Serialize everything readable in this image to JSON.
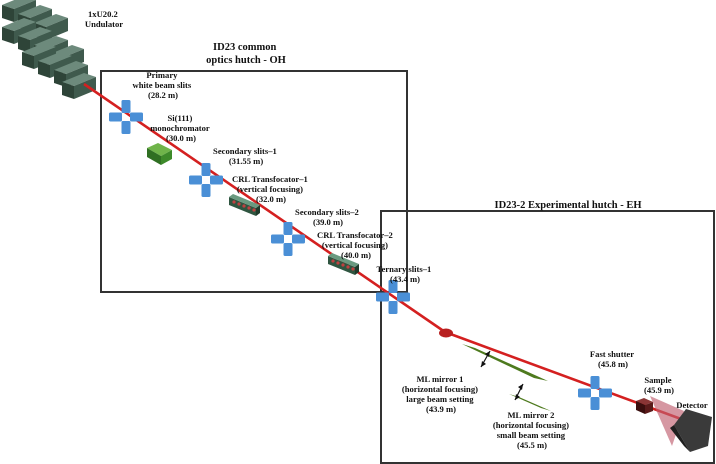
{
  "source": {
    "lines": [
      "1xU20.2",
      "Undulator"
    ]
  },
  "hutch_oh": {
    "title_lines": [
      "ID23 common",
      "optics hutch - OH"
    ]
  },
  "hutch_eh": {
    "title": "ID23-2 Experimental hutch - EH"
  },
  "components": {
    "primary_slits": {
      "lines": [
        "Primary",
        "white beam slits",
        "(28.2 m)"
      ]
    },
    "monochromator": {
      "lines": [
        "Si(111)",
        "monochromator",
        "(30.0 m)"
      ]
    },
    "secondary_slits_1": {
      "lines": [
        "Secondary slits–1",
        "(31.55 m)"
      ]
    },
    "crl_1": {
      "lines": [
        "CRL Transfocator–1",
        "(vertical focusing)",
        "(32.0 m)"
      ]
    },
    "secondary_slits_2": {
      "lines": [
        "Secondary slits–2",
        "(39.0 m)"
      ]
    },
    "crl_2": {
      "lines": [
        "CRL Transfocator–2",
        "(vertical focusing)",
        "(40.0 m)"
      ]
    },
    "ternary_slits": {
      "lines": [
        "Ternary slits–1",
        "(43.4 m)"
      ]
    },
    "ml_mirror_1": {
      "lines": [
        "ML mirror 1",
        "(horizontal focusing)",
        "large beam setting",
        "(43.9 m)"
      ]
    },
    "ml_mirror_2": {
      "lines": [
        "ML mirror 2",
        "(horizontal focusing)",
        "small beam setting",
        "(45.5 m)"
      ]
    },
    "fast_shutter": {
      "lines": [
        "Fast shutter",
        "(45.8 m)"
      ]
    },
    "sample": {
      "lines": [
        "Sample",
        "(45.9 m)"
      ]
    },
    "detector": {
      "lines": [
        "Detector"
      ]
    }
  },
  "colors": {
    "beam": "#d42020",
    "slits": "#4a8fd6",
    "mono": "#3d8a2a",
    "crl": "#3e6b4e",
    "undulator": "#3f5a4d",
    "mirror": "#4e7a1e",
    "sample": "#5a1a1a",
    "detector": "#3a3a3a",
    "cone": "#c06070"
  }
}
